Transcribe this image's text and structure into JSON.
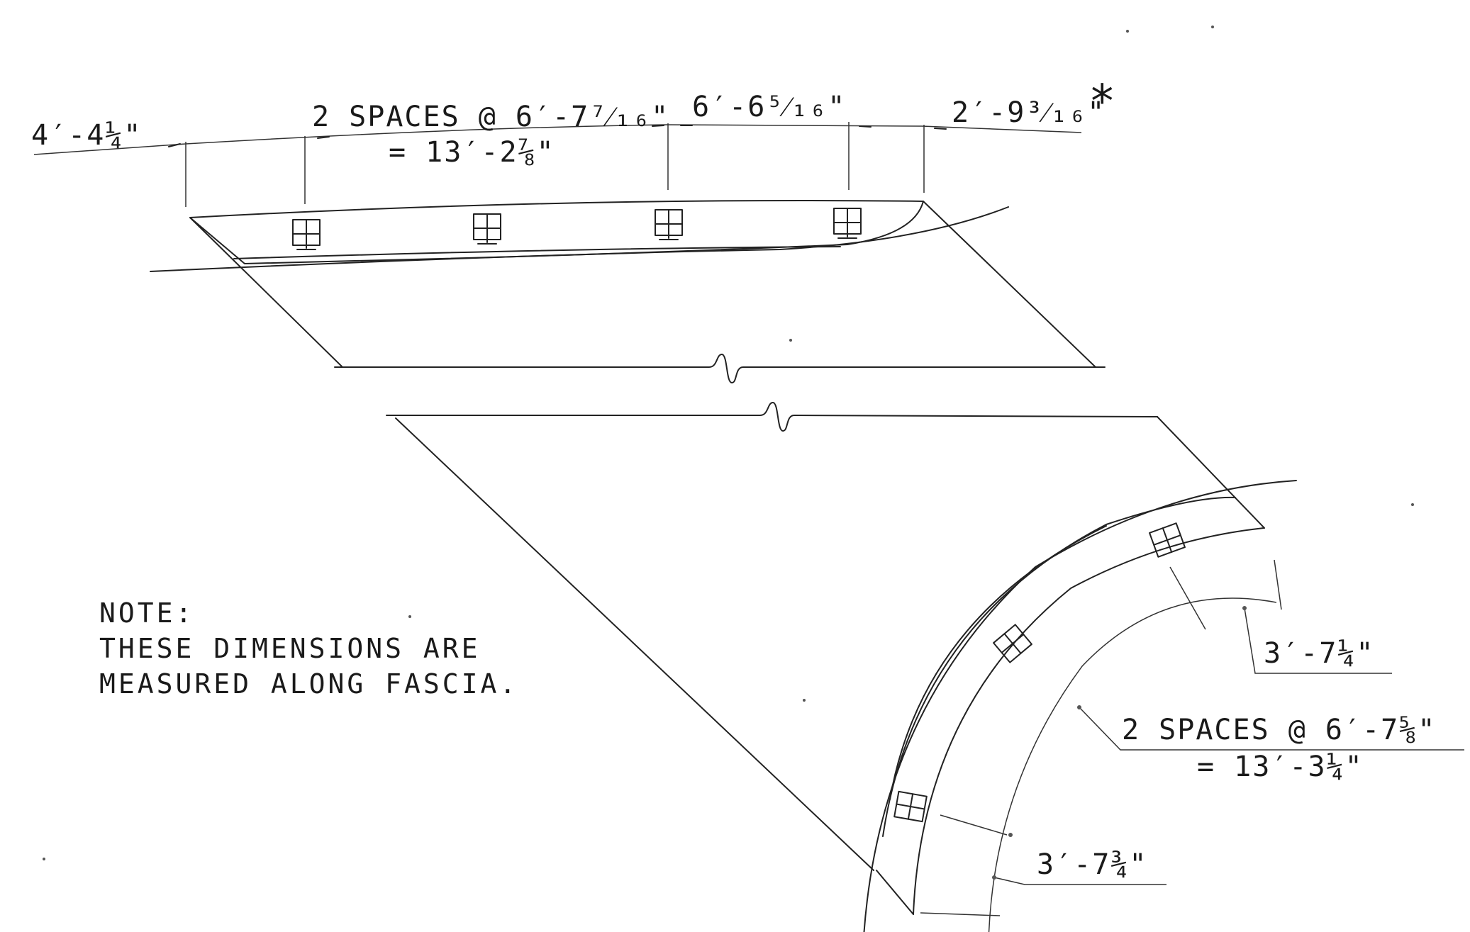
{
  "top": {
    "left_end": "4′-4¼\"",
    "spaces": "2 SPACES @ 6′-7⁷⁄₁₆\"",
    "spaces_total": "= 13′-2⅞\"",
    "middle": "6′-6⁵⁄₁₆\"",
    "right_end": "2′-9³⁄₁₆\"",
    "asterisk": "*"
  },
  "bottom": {
    "end_upper": "3′-7¼\"",
    "spaces": "2 SPACES @ 6′-7⅝\"",
    "spaces_total": "= 13′-3¼\"",
    "end_lower": "3′-7¾\""
  },
  "note": {
    "heading": "NOTE:",
    "line1": "THESE DIMENSIONS ARE",
    "line2": "MEASURED ALONG FASCIA."
  }
}
